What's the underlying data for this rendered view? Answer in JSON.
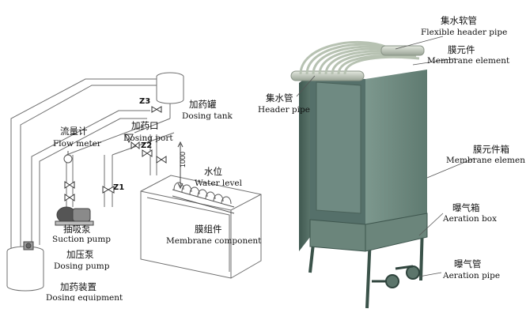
{
  "colors": {
    "line": "#6f6f6f",
    "label": "#111111",
    "tank_front": "#6f8a80",
    "tank_side": "#4d675f",
    "tank_top": "#98b1a6",
    "pipe": "#c9cfc4",
    "frame": "#3f5a52"
  },
  "schematic": {
    "dosing_tank": {
      "zh": "加药罐",
      "en": "Dosing tank"
    },
    "dosing_port": {
      "zh": "加药口",
      "en": "Dosing port"
    },
    "flow_meter": {
      "zh": "流量计",
      "en": "Flow meter"
    },
    "water_level": {
      "zh": "水位",
      "en": "Water level"
    },
    "suction_pump": {
      "zh": "抽吸泵",
      "en": "Suction pump"
    },
    "membrane_component": {
      "zh": "膜组件",
      "en": "Membrane component"
    },
    "dosing_pump": {
      "zh": "加压泵",
      "en": "Dosing pump"
    },
    "dosing_equipment": {
      "zh": "加药装置",
      "en": "Dosing equipment"
    },
    "valves": {
      "z1": "Z1",
      "z2": "Z2",
      "z3": "Z3"
    },
    "dimension": "1000"
  },
  "photo": {
    "flexible_header_pipe": {
      "zh": "集水软管",
      "en": "Flexible header pipe"
    },
    "membrane_element": {
      "zh": "膜元件",
      "en": "Membrane element"
    },
    "header_pipe": {
      "zh": "集水管",
      "en": "Header pipe"
    },
    "membrane_element_box": {
      "zh": "膜元件箱",
      "en": "Membrane element B"
    },
    "aeration_box": {
      "zh": "曝气箱",
      "en": "Aeration box"
    },
    "aeration_pipe": {
      "zh": "曝气管",
      "en": "Aeration pipe"
    }
  }
}
